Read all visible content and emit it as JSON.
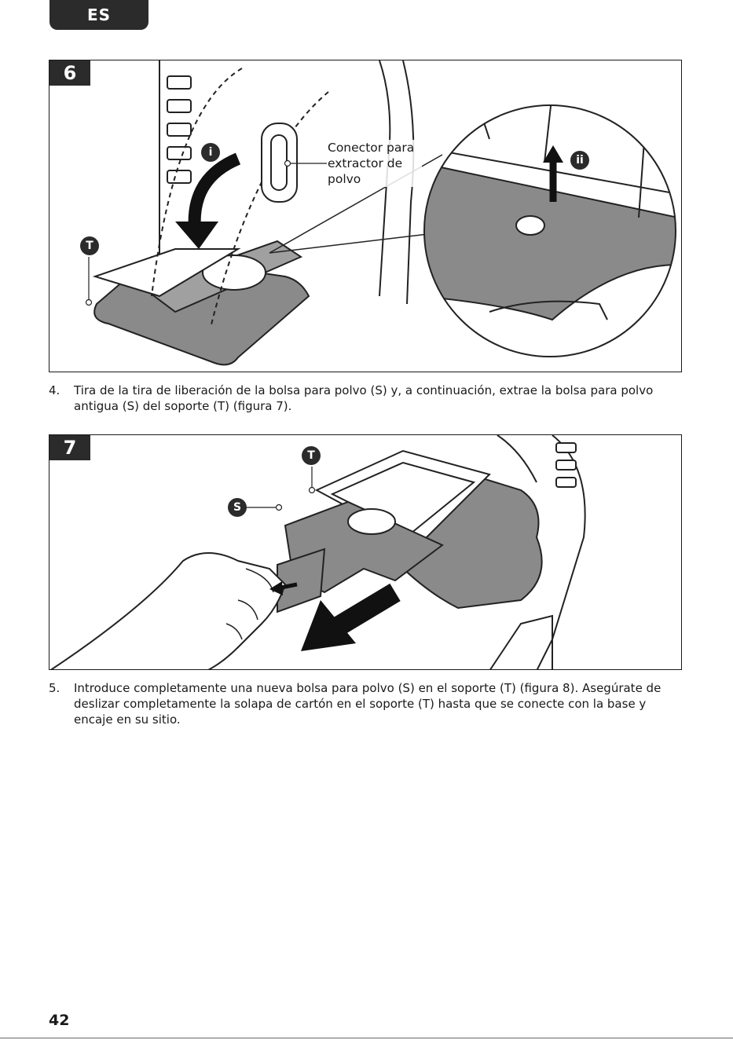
{
  "language_tab": "ES",
  "figure6": {
    "number": "6",
    "callout_i": "i",
    "callout_ii": "ii",
    "callout_t": "T",
    "connector_label": "Conector para extractor de polvo"
  },
  "step4": {
    "number": "4.",
    "text": "Tira de la tira de liberación de la bolsa para polvo (S) y, a continuación, extrae la bolsa para polvo antigua (S) del soporte (T) (figura 7)."
  },
  "figure7": {
    "number": "7",
    "callout_t": "T",
    "callout_s": "S"
  },
  "step5": {
    "number": "5.",
    "text": "Introduce completamente una nueva bolsa para polvo (S) en el soporte (T) (figura 8). Asegúrate de deslizar completamente la solapa de cartón en el soporte (T) hasta que se conecte con la base y encaje en su sitio."
  },
  "page_number": "42"
}
